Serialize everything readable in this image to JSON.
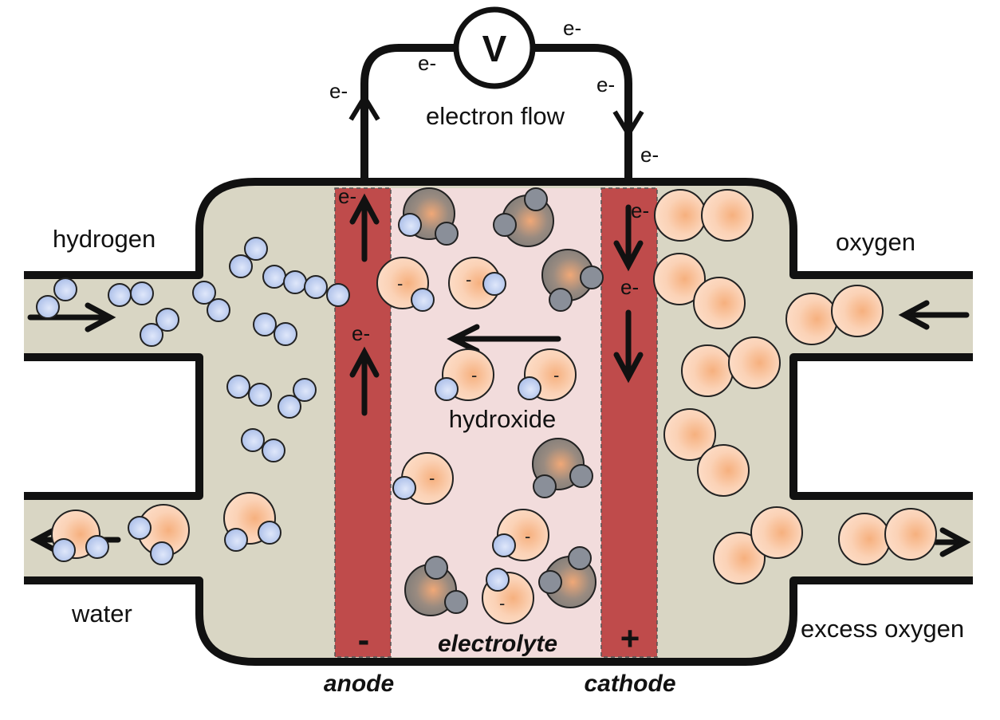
{
  "labels": {
    "voltmeter": "V",
    "electron": "e-",
    "electron_flow": "electron flow",
    "hydrogen": "hydrogen",
    "oxygen": "oxygen",
    "water": "water",
    "excess_oxygen": "excess oxygen",
    "hydroxide": "hydroxide",
    "electrolyte": "electrolyte",
    "anode": "anode",
    "cathode": "cathode",
    "anode_sign": "-",
    "cathode_sign": "+",
    "ion_charge": "-"
  },
  "colors": {
    "chamber": "#d9d6c4",
    "electrode": "#bf4b4b",
    "electrolyte": "#f2dcdc",
    "hydrogen_atom": "#a9bde8",
    "oxygen_atom": "#f8c6a3",
    "water_oxygen": "#8a8a8a",
    "outline": "#111111"
  }
}
